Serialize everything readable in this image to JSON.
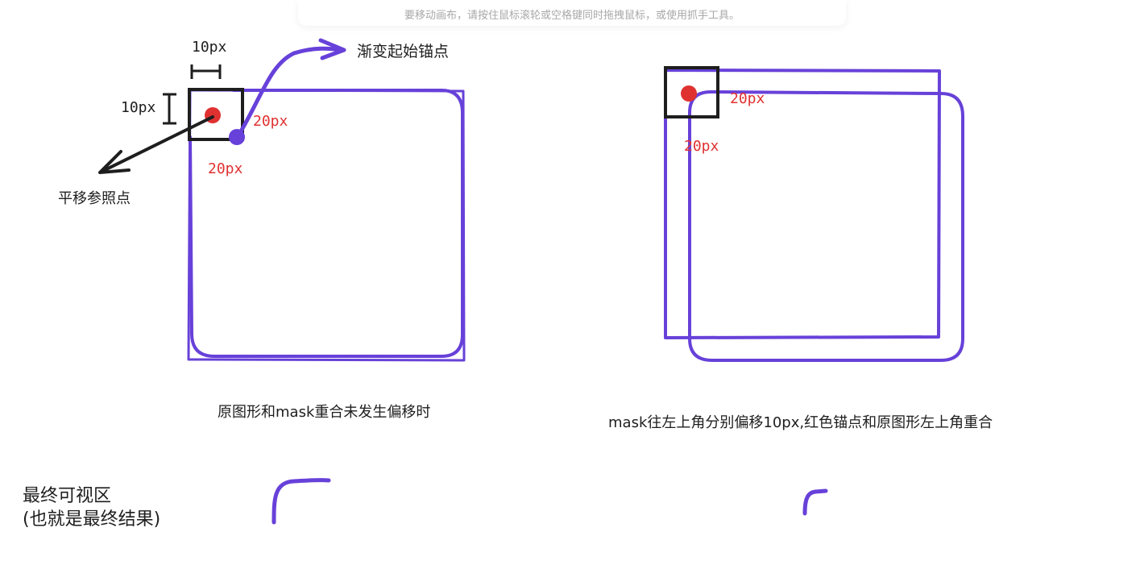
{
  "hint": "要移动画布，请按住鼠标滚轮或空格键同时拖拽鼠标，或使用抓手工具。",
  "left_diagram": {
    "width_label": "10px",
    "height_label": "10px",
    "anchor_label": "渐变起始锚点",
    "offset_x_label": "20px",
    "offset_y_label": "20px",
    "ref_point_label": "平移参照点",
    "caption": "原图形和mask重合未发生偏移时"
  },
  "right_diagram": {
    "offset_x_label": "20px",
    "offset_y_label": "20px",
    "caption": "mask往左上角分别偏移10px,红色锚点和原图形左上角重合"
  },
  "result": {
    "title_line1": "最终可视区",
    "title_line2": "(也就是最终结果)"
  },
  "colors": {
    "purple": "#6741d9",
    "red": "#e03131",
    "black": "#1e1e1e"
  }
}
